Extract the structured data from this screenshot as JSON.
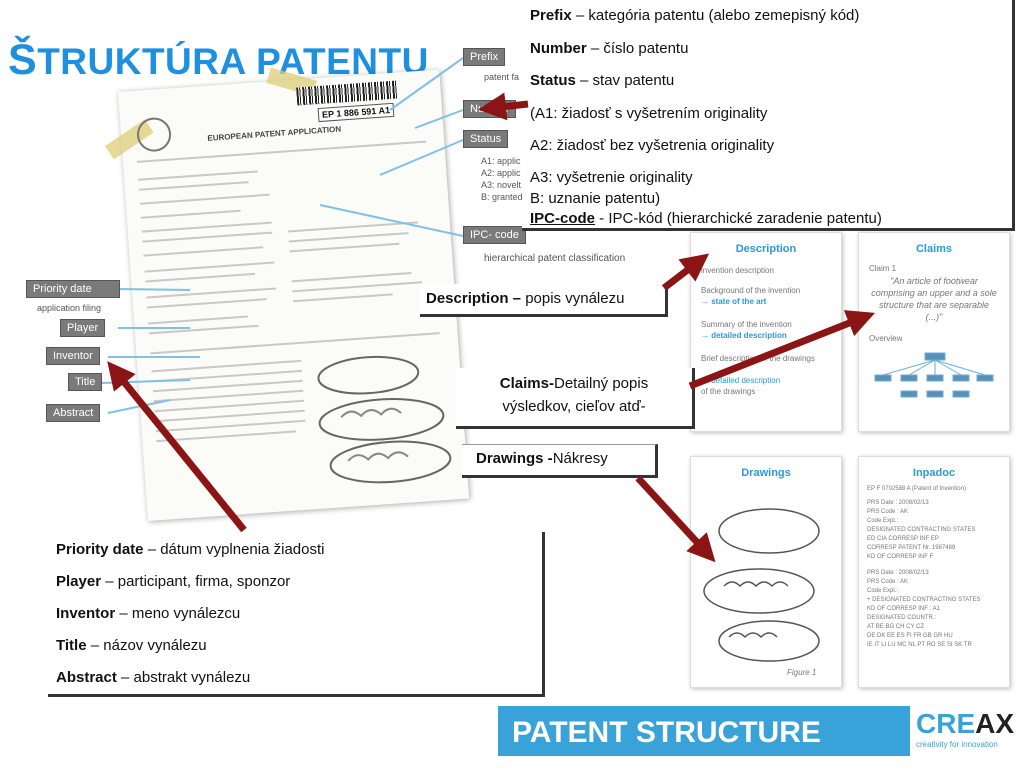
{
  "title": {
    "first_letter": "Š",
    "rest": "TRUKTÚRA PATENTU"
  },
  "document": {
    "heading": "EUROPEAN PATENT APPLICATION",
    "number": "EP 1 886 591 A1"
  },
  "tags": {
    "prefix": "Prefix",
    "number": "Number",
    "status": "Status",
    "status_lines": [
      "A1: applic",
      "A2: applic",
      "A3: novelt",
      "B: granted"
    ],
    "ipc": "IPC- code",
    "ipc_sub": "hierarchical patent classification",
    "priority": "Priority date",
    "priority_sub": "application filing",
    "player": "Player",
    "inventor": "Inventor",
    "title": "Title",
    "abstract": "Abstract",
    "prefix_sub": "patent fa"
  },
  "top_box": {
    "rows": [
      {
        "label": "Prefix",
        "text": " – kategória patentu (alebo zemepisný kód)"
      },
      {
        "label": "Number",
        "text": " – číslo patentu"
      },
      {
        "label": "Status",
        "text": " – stav patentu"
      },
      {
        "label": "",
        "text": "(A1: žiadosť s vyšetrením originality"
      },
      {
        "label": "",
        "text": "A2: žiadosť bez vyšetrenia originality"
      },
      {
        "label": "",
        "text": "A3: vyšetrenie originality"
      },
      {
        "label": "",
        "text": "B: uznanie patentu)"
      },
      {
        "label": "IPC-code",
        "text": " - IPC-kód (hierarchické zaradenie patentu)"
      }
    ]
  },
  "description_box": {
    "label": "Description –",
    "text": " popis vynálezu"
  },
  "claims_box": {
    "label": "Claims-",
    "text": "Detailný popis",
    "line2": "výsledkov, cieľov atď-"
  },
  "drawings_box": {
    "label": "Drawings -",
    "text": "Nákresy"
  },
  "bottom_box": {
    "rows": [
      {
        "label": "Priority date",
        "text": " – dátum vyplnenia žiadosti"
      },
      {
        "label": "Player",
        "text": " – participant, firma, sponzor"
      },
      {
        "label": "Inventor",
        "text": " – meno vynálezcu"
      },
      {
        "label": "Title",
        "text": " – názov vynálezu"
      },
      {
        "label": "Abstract",
        "text": " – abstrakt vynálezu"
      }
    ]
  },
  "thumbs": {
    "description": {
      "title": "Description",
      "lines": [
        "invention description",
        "Background of the invention",
        "→ state of the art",
        "Summary of the invention",
        "→ detailed description",
        "Brief description of the drawings",
        "→ detailed description",
        "of the drawings"
      ]
    },
    "claims": {
      "title": "Claims",
      "claim_no": "Claim 1",
      "quote": "\"An article of footwear comprising an upper and a sole structure that are separable (...)\"",
      "overview": "Overview"
    },
    "drawings": {
      "title": "Drawings",
      "figure": "Figure 1"
    },
    "inpadoc": {
      "title": "Inpadoc",
      "lines": [
        "EP F    0702588 A  (Patent of Invention)",
        "PRS Date :    2008/02/13",
        "PRS Code :    AK",
        "Code Expl.:",
        "  DESIGNATED CONTRACTING STATES",
        "  ED CIA CORRESP INF  EP",
        "CORRESP PATENT Nr.  1987489",
        "KD OF CORRESP INF  F",
        "PRS Date :    2008/02/13",
        "PRS Code :    AK",
        "Code Expl.:",
        "  + DESIGNATED CONTRACTING STATES",
        "KD OF CORRESP INF :  A1",
        "DESIGNATED COUNTR.:",
        "  AT BE BG CH CY CZ",
        "  DE DK EE ES FI FR GB GR HU",
        "  IE IT LI LU MC NL PT RO SE SI SK TR"
      ]
    }
  },
  "footer": {
    "left": "PATENT STRUCTURE",
    "logo_cre": "CRE",
    "logo_ax": "AX",
    "logo_tagline": "creativity for innovation"
  },
  "colors": {
    "title": "#1f8fe0",
    "arrow": "#8b1414",
    "footer_blue": "#39a2d9",
    "tag_grey": "#7a7a7a"
  }
}
